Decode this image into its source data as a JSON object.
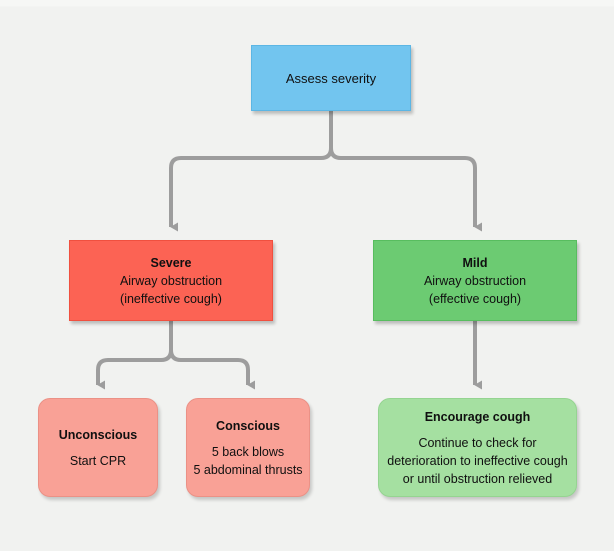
{
  "diagram": {
    "background_color": "#f1f2f0",
    "connector_color": "#9d9d9d",
    "nodes": {
      "assess": {
        "name": "Assess severity",
        "title": "Assess severity",
        "lines": [],
        "color": "#72c5ef"
      },
      "severe": {
        "title": "Severe",
        "line1": "Airway obstruction",
        "line2": "(ineffective cough)",
        "color": "#fc6354"
      },
      "mild": {
        "title": "Mild",
        "line1": "Airway obstruction",
        "line2": "(effective cough)",
        "color": "#6ccb72"
      },
      "unconscious": {
        "title": "Unconscious",
        "line1": "Start CPR",
        "color": "#f9a196"
      },
      "conscious": {
        "title": "Conscious",
        "line1": "5 back blows",
        "line2": "5 abdominal thrusts",
        "color": "#f9a196"
      },
      "encourage": {
        "title": "Encourage cough",
        "line1": "Continue to check for",
        "line2": "deterioration to ineffective cough",
        "line3": "or until obstruction relieved",
        "color": "#a5e0a1"
      }
    },
    "edges": [
      {
        "from": "assess",
        "to": "severe"
      },
      {
        "from": "assess",
        "to": "mild"
      },
      {
        "from": "severe",
        "to": "unconscious"
      },
      {
        "from": "severe",
        "to": "conscious"
      },
      {
        "from": "mild",
        "to": "encourage"
      }
    ]
  }
}
